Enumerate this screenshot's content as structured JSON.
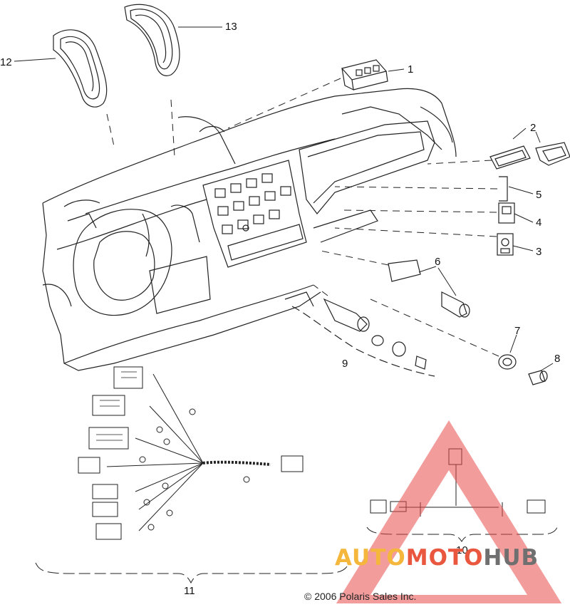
{
  "diagram": {
    "callouts": {
      "c1": "1",
      "c2": "2",
      "c3": "3",
      "c4": "4",
      "c5": "5",
      "c6": "6",
      "c7": "7",
      "c8": "8",
      "c9": "9",
      "c10": "10",
      "c11": "11",
      "c12": "12",
      "c13": "13"
    },
    "copyright": "© 2006 Polaris Sales Inc."
  },
  "watermark": {
    "part1": "AUTO",
    "part2": "MOTO",
    "part3": "HUB",
    "colors": {
      "auto": "#f5b73b",
      "moto": "#e9573f",
      "hub": "#6f6f6f",
      "triangle": "#e94b4b"
    }
  }
}
